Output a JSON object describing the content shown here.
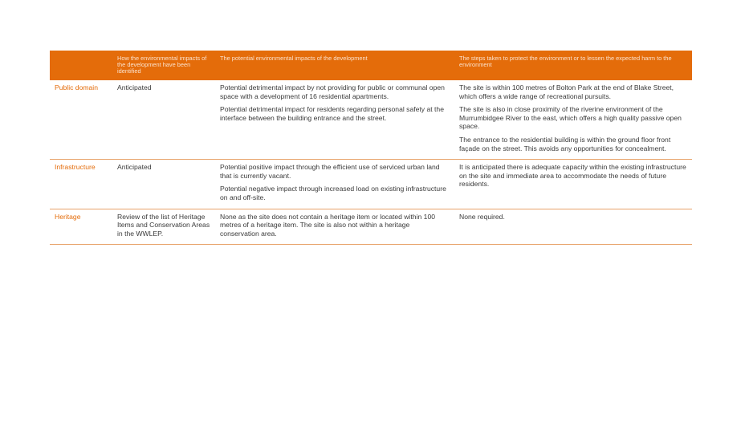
{
  "header": {
    "col1": "",
    "col2": "How the environmental impacts of the development have been identified",
    "col3": "The potential environmental impacts of the development",
    "col4": "The steps taken to protect the environment or to lessen the expected harm to the environment"
  },
  "rows": [
    {
      "category": "Public domain",
      "identified": "Anticipated",
      "impacts": [
        "Potential detrimental impact by not providing for public or communal open space with a development of 16 residential apartments.",
        "Potential detrimental impact for residents regarding personal safety at the interface between the building entrance and the street."
      ],
      "steps": [
        "The site is within 100 metres of Bolton Park at the end of Blake Street, which offers a wide range of recreational pursuits.",
        "The site is also in close proximity of the riverine environment of the Murrumbidgee River to the east, which offers a high quality passive open space.",
        "The entrance to the residential building is within the ground floor front façade on the street.  This avoids any opportunities for concealment."
      ]
    },
    {
      "category": "Infrastructure",
      "identified": "Anticipated",
      "impacts": [
        "Potential positive impact through the efficient use of serviced urban land that is currently vacant.",
        "Potential negative impact through increased load on existing infrastructure on and off-site."
      ],
      "steps": [
        "It is anticipated there is adequate capacity within the existing infrastructure on the site and immediate area to accommodate the needs of future residents."
      ]
    },
    {
      "category": "Heritage",
      "identified": "Review of the list of Heritage Items and Conservation Areas in the WWLEP.",
      "impacts": [
        "None as the site does not contain a heritage item or located within 100 metres of a heritage item.  The site is also not within a heritage conservation area."
      ],
      "steps": [
        "None required."
      ]
    }
  ]
}
